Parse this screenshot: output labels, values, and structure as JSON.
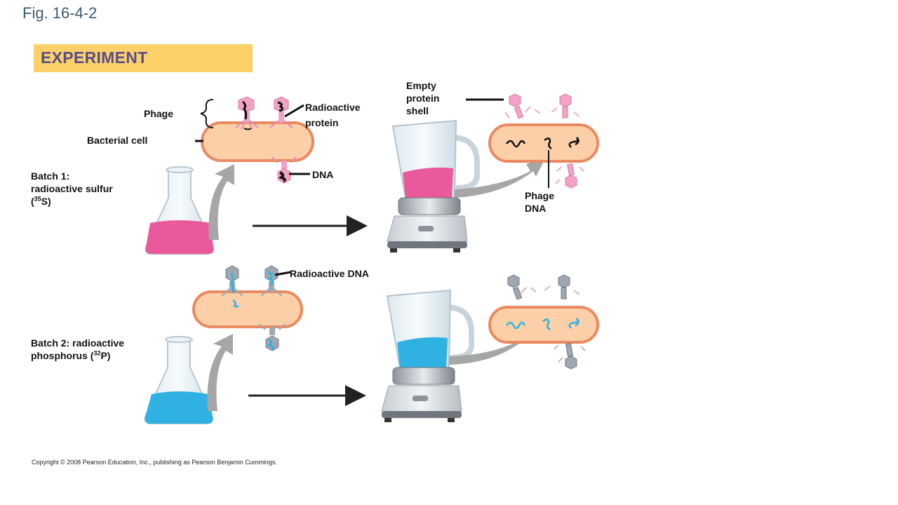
{
  "figure_label": "Fig. 16-4-2",
  "banner": {
    "title": "EXPERIMENT"
  },
  "labels": {
    "phage": "Phage",
    "bacterial_cell": "Bacterial cell",
    "radioactive_protein": "Radioactive\nprotein",
    "dna": "DNA",
    "empty_protein_shell": "Empty\nprotein\nshell",
    "phage_dna": "Phage\nDNA",
    "radioactive_dna": "Radioactive DNA",
    "batch1": {
      "text": "Batch 1:\nradioactive sulfur\n(",
      "isotope_mass": "35",
      "isotope_symbol": "S)"
    },
    "batch2": {
      "text": "Batch 2: radioactive\nphosphorus (",
      "isotope_mass": "32",
      "isotope_symbol": "P)"
    }
  },
  "copyright": "Copyright © 2008 Pearson Education, Inc., publishing as Pearson Benjamin Cummings.",
  "colors": {
    "banner": "#fdd16a",
    "banner_text": "#5a4e86",
    "bacterium_fill": "#fbd0a8",
    "bacterium_border": "#e98a60",
    "sulfur_liquid": "#e95a9c",
    "phosphorus_liquid": "#2fb2e2",
    "phage_pink": "#f3a3c6",
    "phage_gray": "#9fa8b2"
  }
}
